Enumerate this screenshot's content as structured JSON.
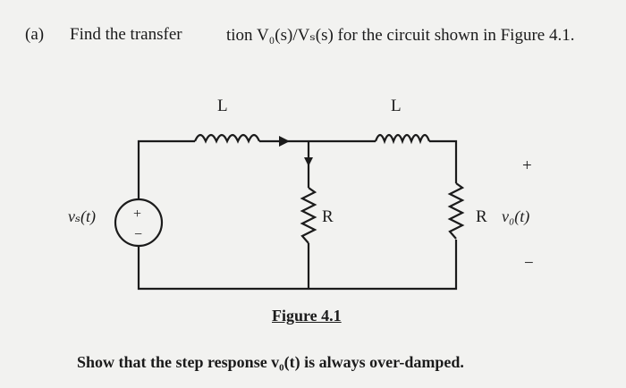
{
  "question": {
    "part": "(a)",
    "text_start": "Find the transfer",
    "text_end": "tion V₀(s)/Vₛ(s) for the circuit shown in Figure 4.1."
  },
  "circuit": {
    "inductor_left_label": "L",
    "inductor_right_label": "L",
    "resistor_middle_label": "R",
    "resistor_right_label": "R",
    "source_label": "vₛ(t)",
    "source_plus": "+",
    "source_minus": "−",
    "output_label": "v₀(t)",
    "output_plus": "+",
    "output_minus": "−"
  },
  "figure_caption": "Figure 4.1",
  "followup": "Show that the step response v₀(t) is always over-damped."
}
